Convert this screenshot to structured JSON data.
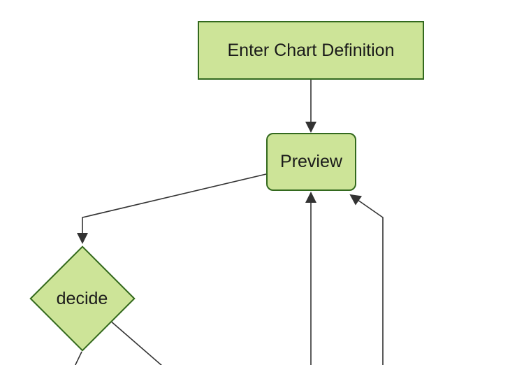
{
  "diagram": {
    "type": "flowchart",
    "direction": "top-down",
    "theme": {
      "background": "#ffffff",
      "node_fill": "#cde498",
      "node_border": "#33691e",
      "edge_color": "#333333",
      "text_color": "#1a1a1a"
    },
    "nodes": [
      {
        "id": "enter",
        "label": "Enter Chart Definition",
        "shape": "rectangle"
      },
      {
        "id": "preview",
        "label": "Preview",
        "shape": "rounded-rectangle"
      },
      {
        "id": "decide",
        "label": "decide",
        "shape": "diamond"
      }
    ],
    "edges": [
      {
        "from": "enter",
        "to": "preview",
        "arrowhead": true
      },
      {
        "from": "preview",
        "to": "decide",
        "arrowhead": true
      },
      {
        "from": "offscreen-bottom-left-return",
        "to": "preview",
        "arrowhead": true
      },
      {
        "from": "offscreen-bottom-right-return",
        "to": "preview",
        "arrowhead": true
      },
      {
        "from": "decide",
        "to": "offscreen-bottom-left",
        "arrowhead": false
      },
      {
        "from": "decide",
        "to": "offscreen-bottom-right",
        "arrowhead": false
      }
    ]
  }
}
